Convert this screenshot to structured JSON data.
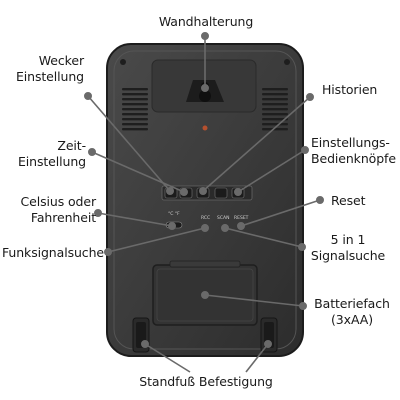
{
  "labels": {
    "wandhalterung": "Wandhalterung",
    "wecker_1": "Wecker",
    "wecker_2": "Einstellung",
    "historien": "Historien",
    "zeit_1": "Zeit-",
    "zeit_2": "Einstellung",
    "einstellungs_1": "Einstellungs-",
    "einstellungs_2": "Bedienknöpfe",
    "celsius_1": "Celsius oder",
    "celsius_2": "Fahrenheit",
    "reset": "Reset",
    "funksignalsuche": "Funksignalsuche",
    "fivein1_1": "5 in 1",
    "fivein1_2": "Signalsuche",
    "batteriefach_1": "Batteriefach",
    "batteriefach_2": "(3xAA)",
    "standfuss": "Standfuß Befestigung"
  },
  "device_print": {
    "unit_switch": "°C  °F",
    "rcc": "RCC",
    "scan": "SCAN",
    "reset": "RESET"
  },
  "colors": {
    "body": "#3b3b3b",
    "body_edge": "#1f1f1f",
    "leader": "#6a6a6a",
    "led": "#b5502e"
  }
}
